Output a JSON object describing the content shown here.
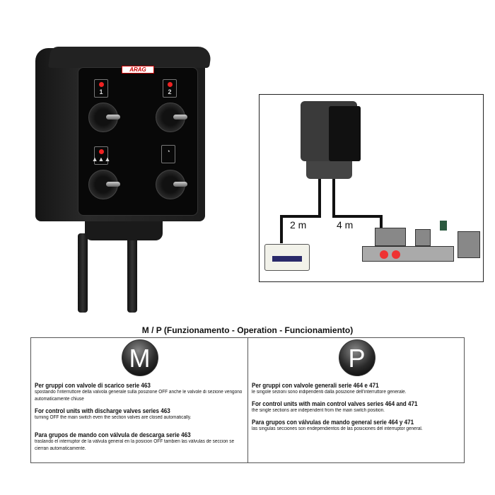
{
  "photo": {
    "brand_logo": "ARAG",
    "switch_labels": [
      "1",
      "2"
    ]
  },
  "diagram": {
    "cable_battery": "2 m",
    "cable_valves": "4 m"
  },
  "section_title": "M / P (Funzionamento - Operation - Funcionamiento)",
  "modes": [
    {
      "symbol": "M",
      "entries": [
        {
          "heading": "Per gruppi con valvole di scarico serie 463",
          "text": "spostando l'interruttore della valvola generale sulla posizione OFF anche le valvole di sezione vengono automaticamente chiuse"
        },
        {
          "heading": "For control units with discharge valves series 463",
          "text": "turning OFF the main switch even the section valves are closed automatically."
        },
        {
          "heading": "Para grupos de mando con válvula de descarga serie 463",
          "text": "traslando el interruptor de la válvula general en la posicion OFF tambien las válvulas de seccion se cierran automaticamente."
        }
      ]
    },
    {
      "symbol": "P",
      "entries": [
        {
          "heading": "Per gruppi con valvole generali serie 464 e 471",
          "text": "le singole sezioni sono indipendenti dalla posizione dell'interruttore generale."
        },
        {
          "heading": "For control units with main control valves series 464 and 471",
          "text": "the single sections are independent from the main switch position."
        },
        {
          "heading": "Para grupos con válvulas de mando general serie 464 y 471",
          "text": "las singulas secciones son endependientos de las posiciones del interruptor general."
        }
      ]
    }
  ]
}
